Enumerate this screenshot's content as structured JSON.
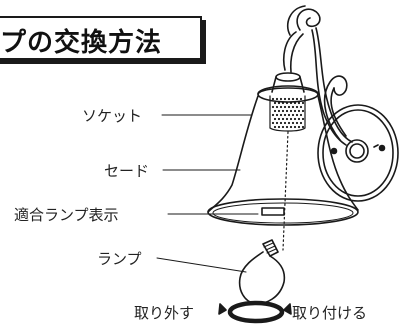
{
  "title": "プの交換方法",
  "labels": {
    "socket": "ソケット",
    "shade": "セード",
    "lamp_indicator": "適合ランプ表示",
    "lamp": "ランプ",
    "remove": "取り外す",
    "attach": "取り付ける"
  }
}
